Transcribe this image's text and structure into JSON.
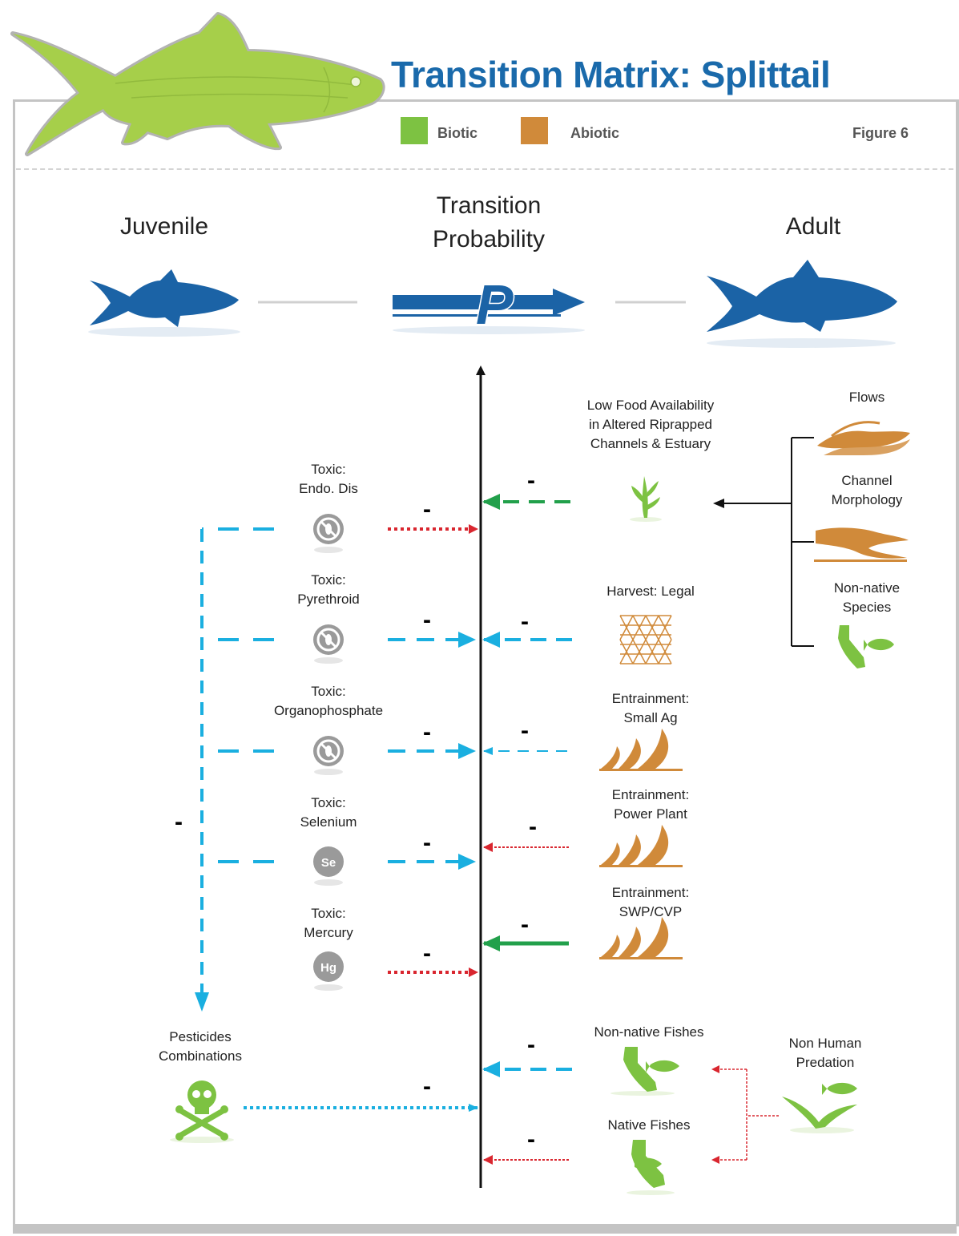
{
  "header": {
    "title": "Transition Matrix: Splittail",
    "figure_label": "Figure 6"
  },
  "legend": [
    {
      "label": "Biotic",
      "color": "#7dc242"
    },
    {
      "label": "Abiotic",
      "color": "#d08a3a"
    }
  ],
  "stages": {
    "juvenile": "Juvenile",
    "transition_line1": "Transition",
    "transition_line2": "Probability",
    "adult": "Adult",
    "p_symbol": "P"
  },
  "colors": {
    "fish_blue": "#1b63a6",
    "biotic_green": "#7dc242",
    "abiotic_orange": "#d08a3a",
    "cyan": "#1aafe0",
    "red": "#d9262f",
    "dark_green": "#22a04b",
    "toxic_gray": "#9a9a9a"
  },
  "left_factors": [
    {
      "line1": "Toxic:",
      "line2": "Endo. Dis",
      "icon": "bug-prohibited-icon"
    },
    {
      "line1": "Toxic:",
      "line2": "Pyrethroid",
      "icon": "bug-prohibited-icon"
    },
    {
      "line1": "Toxic:",
      "line2": "Organophosphate",
      "icon": "bug-prohibited-icon"
    },
    {
      "line1": "Toxic:",
      "line2": "Selenium",
      "icon": "element-icon",
      "symbol": "Se"
    },
    {
      "line1": "Toxic:",
      "line2": "Mercury",
      "icon": "element-icon",
      "symbol": "Hg"
    }
  ],
  "pesticides": {
    "line1": "Pesticides",
    "line2": "Combinations",
    "icon": "skull-crossbones-icon"
  },
  "right_factors": [
    {
      "lines": [
        "Low Food Availability",
        "in Altered Riprapped",
        "Channels & Estuary"
      ],
      "icon": "seaweed-icon"
    },
    {
      "lines": [
        "Harvest: Legal"
      ],
      "icon": "net-icon"
    },
    {
      "lines": [
        "Entrainment:",
        "Small Ag"
      ],
      "icon": "waves-icon"
    },
    {
      "lines": [
        "Entrainment:",
        "Power Plant"
      ],
      "icon": "waves-icon"
    },
    {
      "lines": [
        "Entrainment:",
        "SWP/CVP"
      ],
      "icon": "waves-icon"
    },
    {
      "lines": [
        "Non-native Fishes"
      ],
      "icon": "california-fish-icon"
    },
    {
      "lines": [
        "Native Fishes"
      ],
      "icon": "california-fish-icon"
    }
  ],
  "far_right": {
    "flows": "Flows",
    "channel_line1": "Channel",
    "channel_line2": "Morphology",
    "nonnative_line1": "Non-native",
    "nonnative_line2": "Species",
    "predation_line1": "Non Human",
    "predation_line2": "Predation"
  },
  "minus_sign": "-"
}
